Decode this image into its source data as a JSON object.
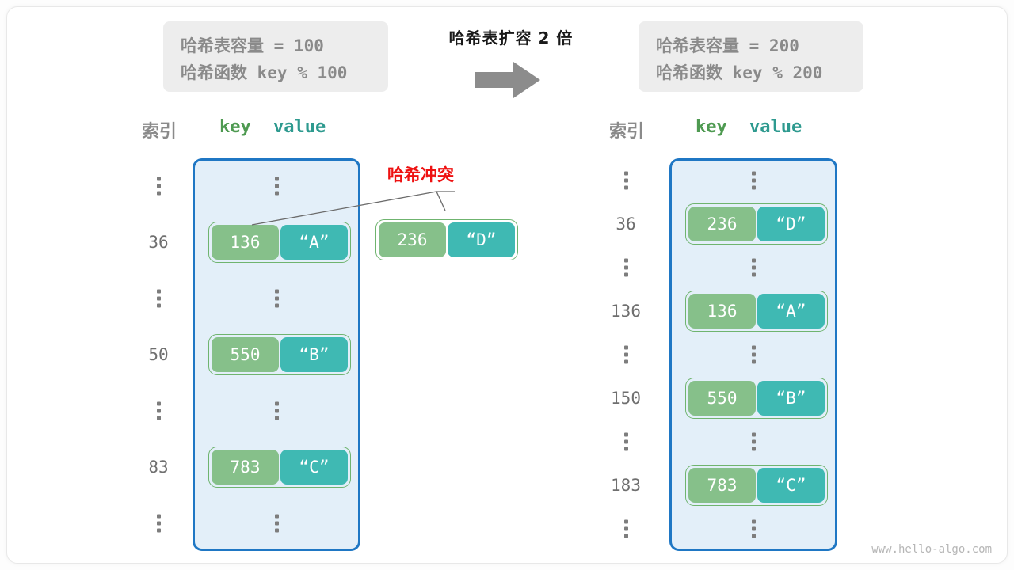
{
  "diagram": {
    "title_center": "哈希表扩容 2 倍",
    "arrow_icon": "right-arrow-icon",
    "watermark": "www.hello-algo.com",
    "colors": {
      "table_border": "#1f77c4",
      "table_fill": "#e3eff9",
      "key_box": "#86c08a",
      "value_box": "#3fb9b3",
      "pair_outline": "#6fb46f",
      "index_text": "#6f6f6f",
      "key_header": "#4e9a51",
      "value_header": "#2e9a8f",
      "collision_red": "#ee1111",
      "info_box_bg": "#ededed",
      "info_box_text": "#8a8a8a"
    }
  },
  "info_left": {
    "capacity_line": "哈希表容量 = 100",
    "hash_fn_line": "哈希函数 key % 100"
  },
  "info_right": {
    "capacity_line": "哈希表容量 = 200",
    "hash_fn_line": "哈希函数 key % 200"
  },
  "left_table": {
    "header_index": "索引",
    "header_key": "key",
    "header_value": "value",
    "rows": [
      {
        "index": "",
        "ellipsis": true,
        "key": "",
        "value": ""
      },
      {
        "index": "36",
        "ellipsis": false,
        "key": "136",
        "value": "“A”"
      },
      {
        "index": "",
        "ellipsis": true,
        "key": "",
        "value": ""
      },
      {
        "index": "50",
        "ellipsis": false,
        "key": "550",
        "value": "“B”"
      },
      {
        "index": "",
        "ellipsis": true,
        "key": "",
        "value": ""
      },
      {
        "index": "83",
        "ellipsis": false,
        "key": "783",
        "value": "“C”"
      },
      {
        "index": "",
        "ellipsis": true,
        "key": "",
        "value": ""
      }
    ]
  },
  "right_table": {
    "header_index": "索引",
    "header_key": "key",
    "header_value": "value",
    "rows": [
      {
        "index": "",
        "ellipsis": true,
        "key": "",
        "value": ""
      },
      {
        "index": "36",
        "ellipsis": false,
        "key": "236",
        "value": "“D”"
      },
      {
        "index": "",
        "ellipsis": true,
        "key": "",
        "value": ""
      },
      {
        "index": "136",
        "ellipsis": false,
        "key": "136",
        "value": "“A”"
      },
      {
        "index": "",
        "ellipsis": true,
        "key": "",
        "value": ""
      },
      {
        "index": "150",
        "ellipsis": false,
        "key": "550",
        "value": "“B”"
      },
      {
        "index": "",
        "ellipsis": true,
        "key": "",
        "value": ""
      },
      {
        "index": "183",
        "ellipsis": false,
        "key": "783",
        "value": "“C”"
      },
      {
        "index": "",
        "ellipsis": true,
        "key": "",
        "value": ""
      }
    ]
  },
  "collision": {
    "label": "哈希冲突",
    "floating_entry": {
      "key": "236",
      "value": "“D”"
    }
  }
}
